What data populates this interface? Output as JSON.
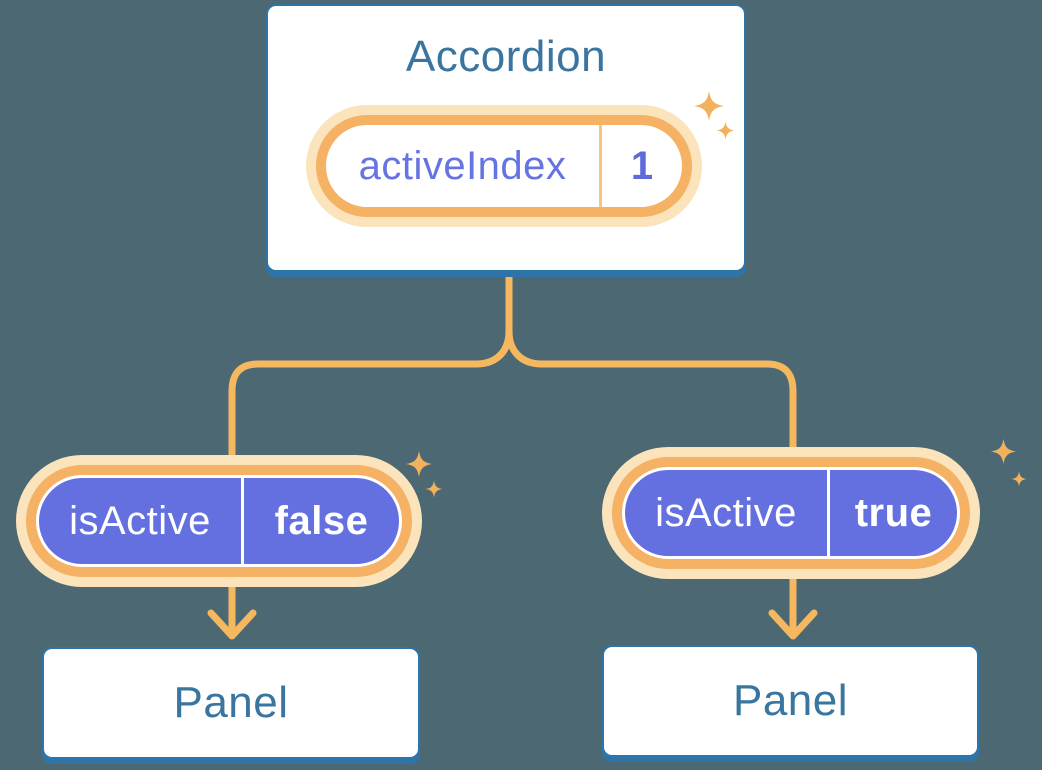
{
  "colors": {
    "background": "#4C6973",
    "card_border": "#2E74A8",
    "heading_text": "#39759F",
    "orange_line": "#F6B85F",
    "orange_ring": "#F5B164",
    "orange_glow": "#FBE3BB",
    "purple_fill": "#6470DF",
    "purple_text": "#6674E2",
    "sparkle": "#F2B15C"
  },
  "accordion": {
    "title": "Accordion",
    "state": {
      "name": "activeIndex",
      "value": "1"
    }
  },
  "left_branch": {
    "prop": {
      "name": "isActive",
      "value": "false"
    },
    "panel": {
      "title": "Panel"
    }
  },
  "right_branch": {
    "prop": {
      "name": "isActive",
      "value": "true"
    },
    "panel": {
      "title": "Panel"
    }
  }
}
